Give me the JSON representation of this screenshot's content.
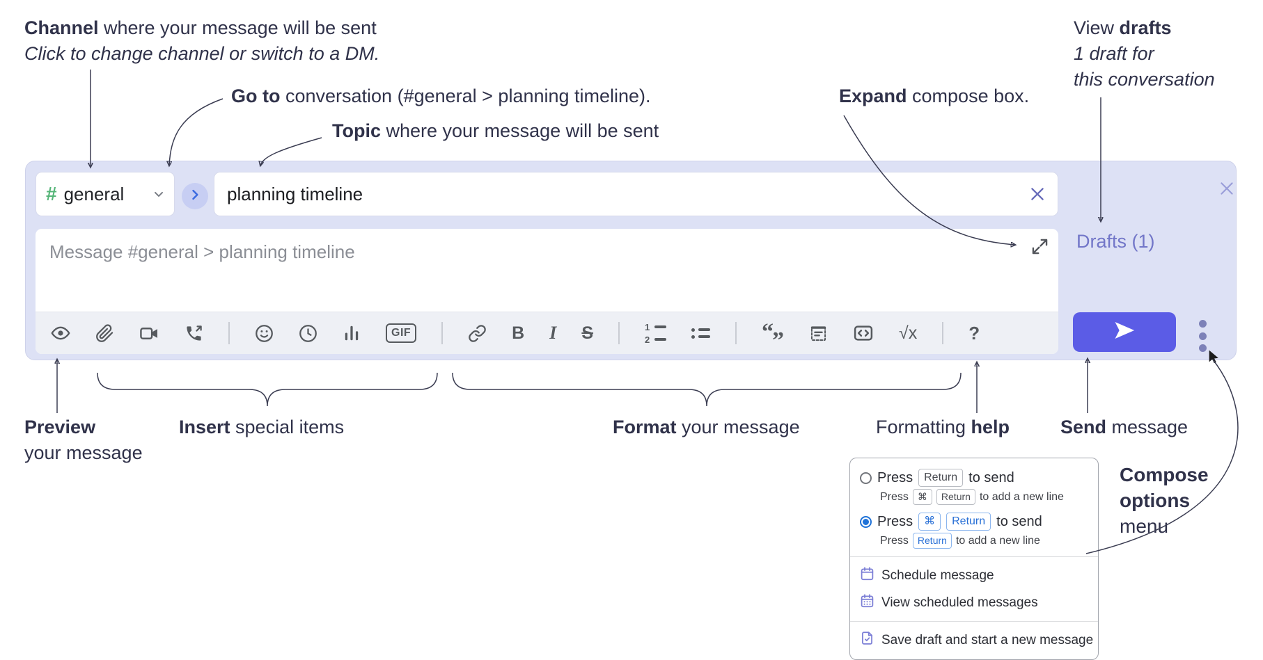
{
  "annotations": {
    "channel": {
      "bold": "Channel",
      "rest": " where your message will be sent",
      "sub": "Click to change channel or switch to a DM."
    },
    "goto": {
      "bold": "Go to",
      "rest": " conversation (#general > planning timeline)."
    },
    "topic": {
      "bold": "Topic",
      "rest": " where your message will be sent"
    },
    "expand": {
      "bold": "Expand",
      "rest": " compose box."
    },
    "view_drafts": {
      "pre": "View ",
      "bold": "drafts",
      "line2": "1 draft for",
      "line3": "this conversation"
    },
    "preview": {
      "bold": "Preview",
      "line2": "your message"
    },
    "insert": {
      "bold": "Insert",
      "rest": " special items"
    },
    "format": {
      "bold": "Format",
      "rest": " your message"
    },
    "help": {
      "pre": "Formatting ",
      "bold": "help"
    },
    "send": {
      "bold": "Send",
      "rest": " message"
    },
    "compose_menu": {
      "line1": "Compose",
      "line2": "options",
      "line3": "menu"
    }
  },
  "composer": {
    "channel": {
      "hash": "#",
      "name": "general"
    },
    "topic_value": "planning timeline",
    "message_placeholder": "Message #general > planning timeline",
    "drafts_label": "Drafts (1)",
    "toolbar": {
      "gif": "GIF",
      "bold": "B",
      "italic": "I",
      "strike": "S",
      "ol1": "1",
      "ol2": "2",
      "quote_open": "“",
      "quote_close": "”",
      "math": "√x",
      "help": "?"
    }
  },
  "compose_menu": {
    "opt_return": {
      "press": "Press",
      "key": "Return",
      "suffix": "to send",
      "sub_press": "Press",
      "sub_key1": "⌘",
      "sub_key2": "Return",
      "sub_suffix": "to add a new line"
    },
    "opt_cmd_return": {
      "press": "Press",
      "key1": "⌘",
      "key2": "Return",
      "suffix": "to send",
      "sub_press": "Press",
      "sub_key": "Return",
      "sub_suffix": "to add a new line"
    },
    "items": {
      "schedule": "Schedule message",
      "view_scheduled": "View scheduled messages",
      "save_draft": "Save draft and start a new message"
    }
  },
  "colors": {
    "panel_bg": "#dde1f5",
    "send_button": "#5b5ce6",
    "drafts_link": "#7276c8",
    "hash_green": "#55b578",
    "accent_blue": "#2970d6",
    "annotation_text": "#30324a"
  }
}
